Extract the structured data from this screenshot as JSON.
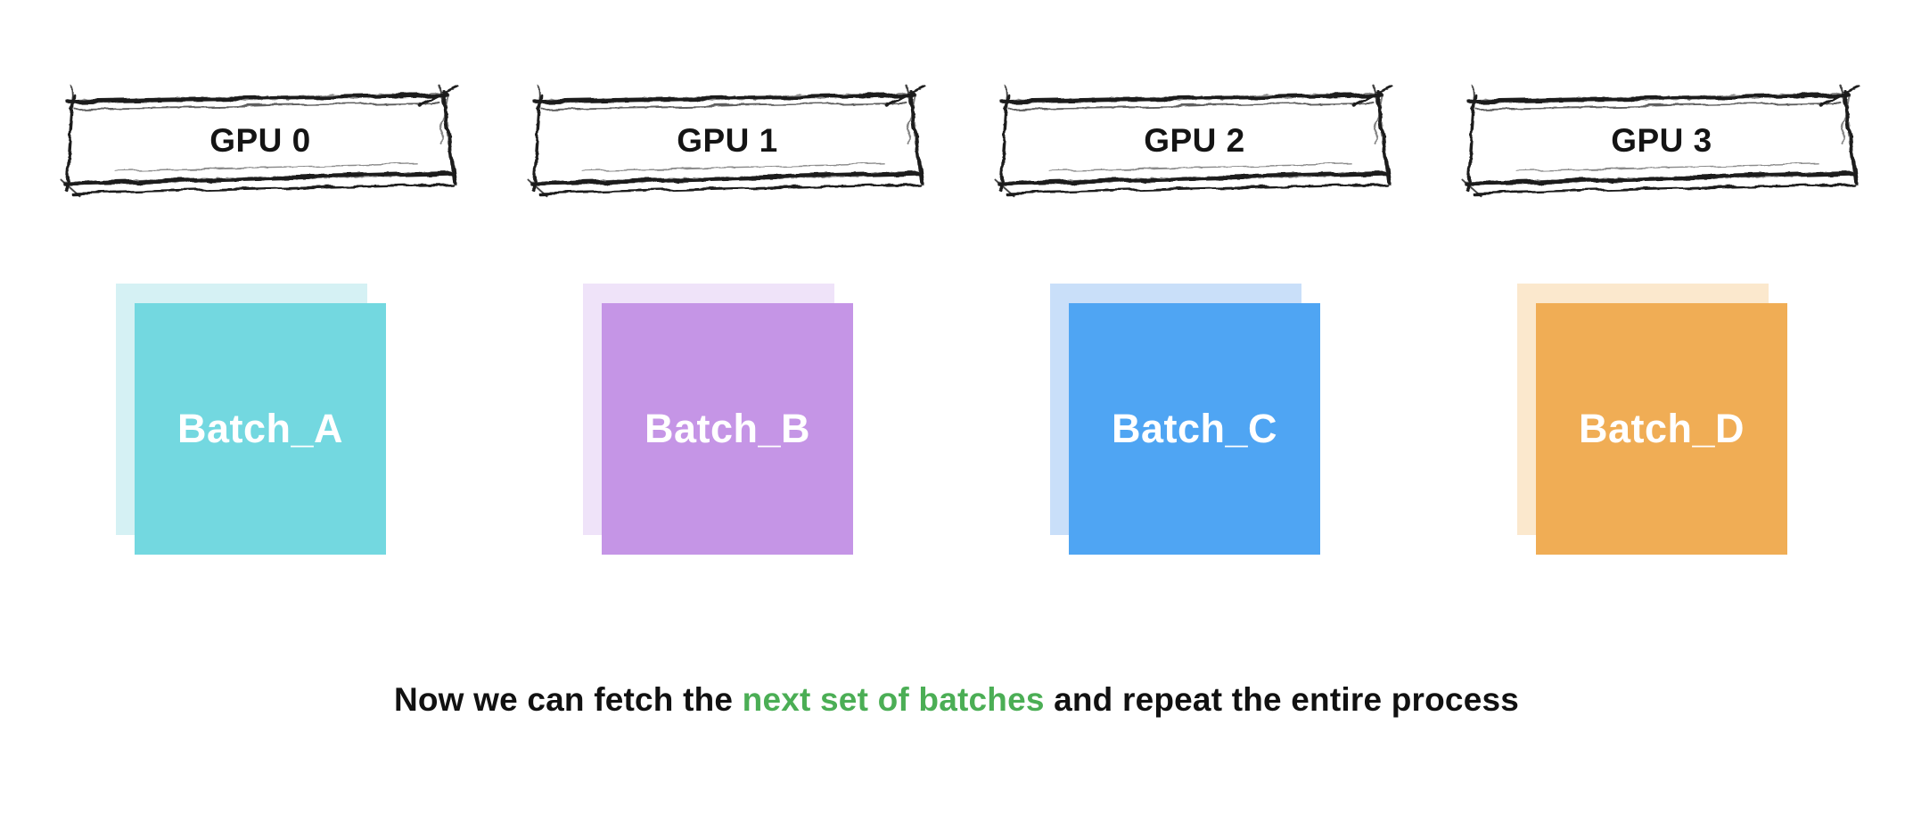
{
  "columns": [
    {
      "gpu_label": "GPU 0",
      "batch_label": "Batch_A",
      "color": "#73D8E0",
      "shadow_color": "#D5F1F4"
    },
    {
      "gpu_label": "GPU 1",
      "batch_label": "Batch_B",
      "color": "#C595E6",
      "shadow_color": "#EFE3F9"
    },
    {
      "gpu_label": "GPU 2",
      "batch_label": "Batch_C",
      "color": "#4FA5F3",
      "shadow_color": "#C9DFF9"
    },
    {
      "gpu_label": "GPU 3",
      "batch_label": "Batch_D",
      "color": "#F0AD55",
      "shadow_color": "#FBE8CD"
    }
  ],
  "caption": {
    "prefix": "Now we can fetch the ",
    "highlight": "next set of batches",
    "suffix": " and repeat the entire process",
    "highlight_color": "#4BAE55",
    "text_color": "#111111"
  },
  "styles": {
    "background": "#FFFFFF",
    "batch_text_color": "#FFFFFF",
    "gpu_text_color": "#141414",
    "sketch_stroke": "#1B1B1B"
  }
}
